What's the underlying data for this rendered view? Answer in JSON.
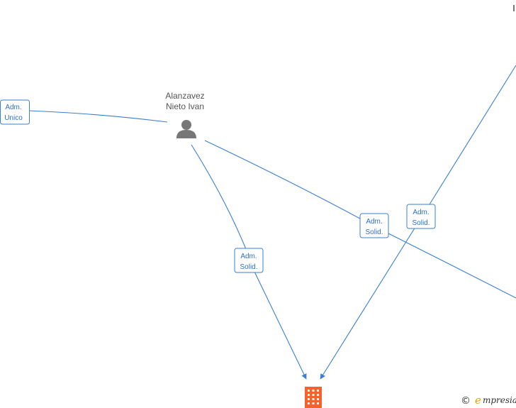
{
  "persons": [
    {
      "id": "alanzavez",
      "name_line1": "Alanzavez",
      "name_line2": "Nieto Ivan"
    }
  ],
  "relations": [
    {
      "id": "left",
      "label_line1": "Adm.",
      "label_line2": "Unico"
    },
    {
      "id": "down",
      "label_line1": "Adm.",
      "label_line2": "Solid."
    },
    {
      "id": "right",
      "label_line1": "Adm.",
      "label_line2": "Solid."
    },
    {
      "id": "upper",
      "label_line1": "Adm.",
      "label_line2": "Solid."
    }
  ],
  "colors": {
    "edge": "#3a7fd5",
    "person_icon": "#777777",
    "company_icon": "#f4622d",
    "brand_accent": "#e8a000"
  },
  "icons": {
    "person": "person-icon",
    "company": "building-icon"
  },
  "brand": {
    "copyright_symbol": "©",
    "name_initial": "e",
    "name_rest": "mpresia"
  }
}
